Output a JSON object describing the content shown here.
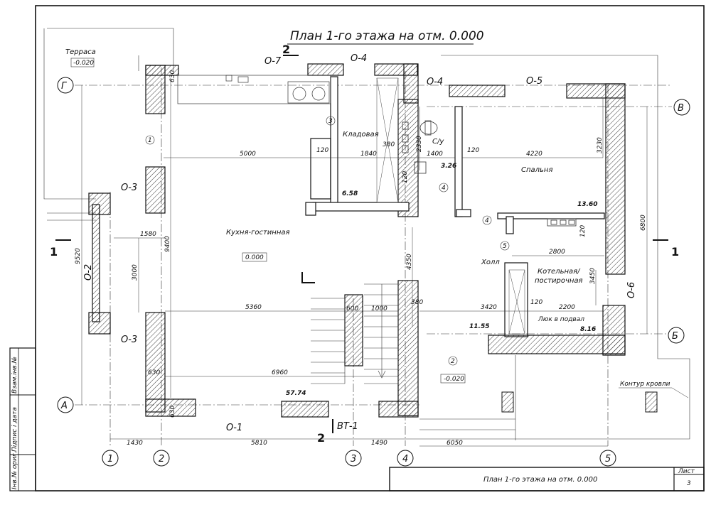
{
  "title": "План 1-го этажа на отм. 0.000",
  "axes": {
    "rows": [
      "Г",
      "В",
      "Б",
      "А"
    ],
    "cols": [
      "1",
      "2",
      "3",
      "4",
      "5"
    ]
  },
  "rooms": {
    "terrace": "Терраса",
    "storage": "Кладовая",
    "wc": "С/у",
    "bedroom": "Спальня",
    "kitchen": "Кухня-гостинная",
    "hall": "Холл",
    "boiler_line1": "Котельная/",
    "boiler_line2": "постирочная",
    "hatch": "Люк в подвал",
    "roof": "Контур кровли"
  },
  "levels": {
    "terrace": "-0.020",
    "main": "0.000",
    "entrance": "-0.020"
  },
  "areas": {
    "storage": "6.58",
    "wc": "3.26",
    "bedroom": "13.60",
    "hall": "11.55",
    "boiler": "8.16",
    "kitchen": "57.74"
  },
  "room_numbers": [
    "1",
    "2",
    "3",
    "4",
    "4",
    "5"
  ],
  "openings": [
    "О-7",
    "О-4",
    "О-4",
    "О-5",
    "О-3",
    "О-3",
    "О-2",
    "О-1",
    "О-6",
    "ВТ-1"
  ],
  "section_marks": [
    "2",
    "2",
    "1",
    "1"
  ],
  "dimensions": {
    "top": [
      "5000",
      "120",
      "1840",
      "380",
      "2330",
      "1400",
      "120",
      "4220",
      "3230"
    ],
    "mid": [
      "1580",
      "3000",
      "9400",
      "9520",
      "4350",
      "2800",
      "3450",
      "6800",
      "120",
      "120"
    ],
    "low": [
      "5360",
      "600",
      "1000",
      "380",
      "3420",
      "120",
      "2200"
    ],
    "bottom": [
      "630",
      "6960",
      "630",
      "630"
    ],
    "axes_chain": [
      "1430",
      "5810",
      "1490",
      "6050"
    ]
  },
  "stamp": {
    "sheet_title": "План 1-го этажа на отм. 0.000",
    "sheet_label": "Лист",
    "sheet_number": "3",
    "side_labels": [
      "Взам.інв.№",
      "Підпис і дата",
      "Інв.№ ориг."
    ]
  }
}
